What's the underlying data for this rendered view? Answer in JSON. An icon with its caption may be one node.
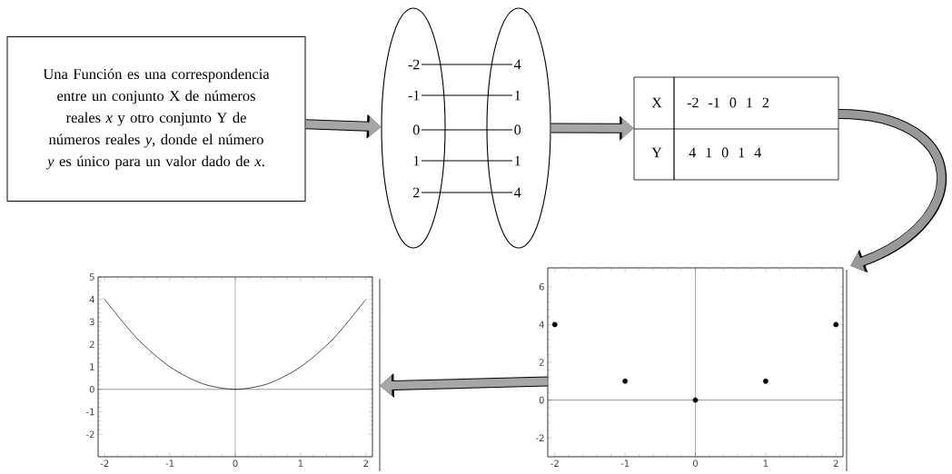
{
  "diagram": {
    "nodes": [
      {
        "text": [
          "Una Función es una correspondencia entre un conjunto X de números reales *x* y otro conjunto Y de números reales *y*, donde el número *y* es único para un valor dado de *x*."
        ]
      },
      {
        "text": [],
        "shape": "ellipse"
      },
      {
        "text": [
          "-2"
        ],
        "in": 1
      },
      {
        "text": [
          "-1"
        ],
        "in": 1
      },
      {
        "text": [
          "0"
        ],
        "in": 1
      },
      {
        "text": [
          "1"
        ],
        "in": 1
      },
      {
        "text": [
          "2"
        ],
        "in": 1
      },
      {
        "text": [],
        "shape": "ellipse"
      },
      {
        "text": [
          "4"
        ],
        "in": 7
      },
      {
        "text": [
          "1"
        ],
        "in": 7
      },
      {
        "text": [
          "0"
        ],
        "in": 7
      },
      {
        "text": [
          "1"
        ],
        "in": 7
      },
      {
        "text": [
          "4"
        ],
        "in": 7
      },
      {
        "text": [
          "X",
          "-2 -1 0 1 2",
          "Y",
          "4 1 0 1 4"
        ]
      },
      {
        "text": [],
        "shape": "chart"
      },
      {
        "text": [],
        "shape": "chart"
      }
    ],
    "edges": [
      {
        "from": 0,
        "to": 1,
        "arrow": "to",
        "style": "thick",
        "color": "#a6a6a6"
      },
      {
        "from": 2,
        "to": 8,
        "arrow": "none"
      },
      {
        "from": 3,
        "to": 9,
        "arrow": "none"
      },
      {
        "from": 4,
        "to": 10,
        "arrow": "none"
      },
      {
        "from": 5,
        "to": 11,
        "arrow": "none"
      },
      {
        "from": 6,
        "to": 12,
        "arrow": "none"
      },
      {
        "from": 7,
        "to": 13,
        "arrow": "to",
        "style": "thick",
        "color": "#a6a6a6"
      },
      {
        "from": 13,
        "to": 15,
        "arrow": "to",
        "style": "thick",
        "color": "#999999"
      },
      {
        "from": 15,
        "to": 14,
        "arrow": "to",
        "style": "thick",
        "color": "#a6a6a6"
      }
    ],
    "chart_data": [
      {
        "type": "line",
        "x": [
          -2,
          -1.5,
          -1,
          -0.5,
          0,
          0.5,
          1,
          1.5,
          2
        ],
        "series": [
          {
            "color": "#000000",
            "values": [
              4,
              2.25,
              1,
              0.25,
              0,
              0.25,
              1,
              2.25,
              4
            ]
          }
        ],
        "xlim": [
          -2.1,
          2.1
        ],
        "ylim": [
          -3,
          5
        ],
        "xticks": [
          -2,
          -1,
          0,
          1,
          2
        ],
        "yticks": [
          -2,
          -1,
          0,
          1,
          2,
          3,
          4,
          5
        ]
      },
      {
        "type": "scatter",
        "x": [
          -2,
          -1,
          0,
          1,
          2
        ],
        "series": [
          {
            "color": "#000000",
            "values": [
              4,
              1,
              0,
              1,
              4
            ]
          }
        ],
        "xlim": [
          -2.1,
          2.1
        ],
        "ylim": [
          -3,
          7
        ],
        "xticks": [
          -2,
          -1,
          0,
          1,
          2
        ],
        "yticks": [
          -2,
          0,
          2,
          4,
          6
        ]
      }
    ]
  }
}
